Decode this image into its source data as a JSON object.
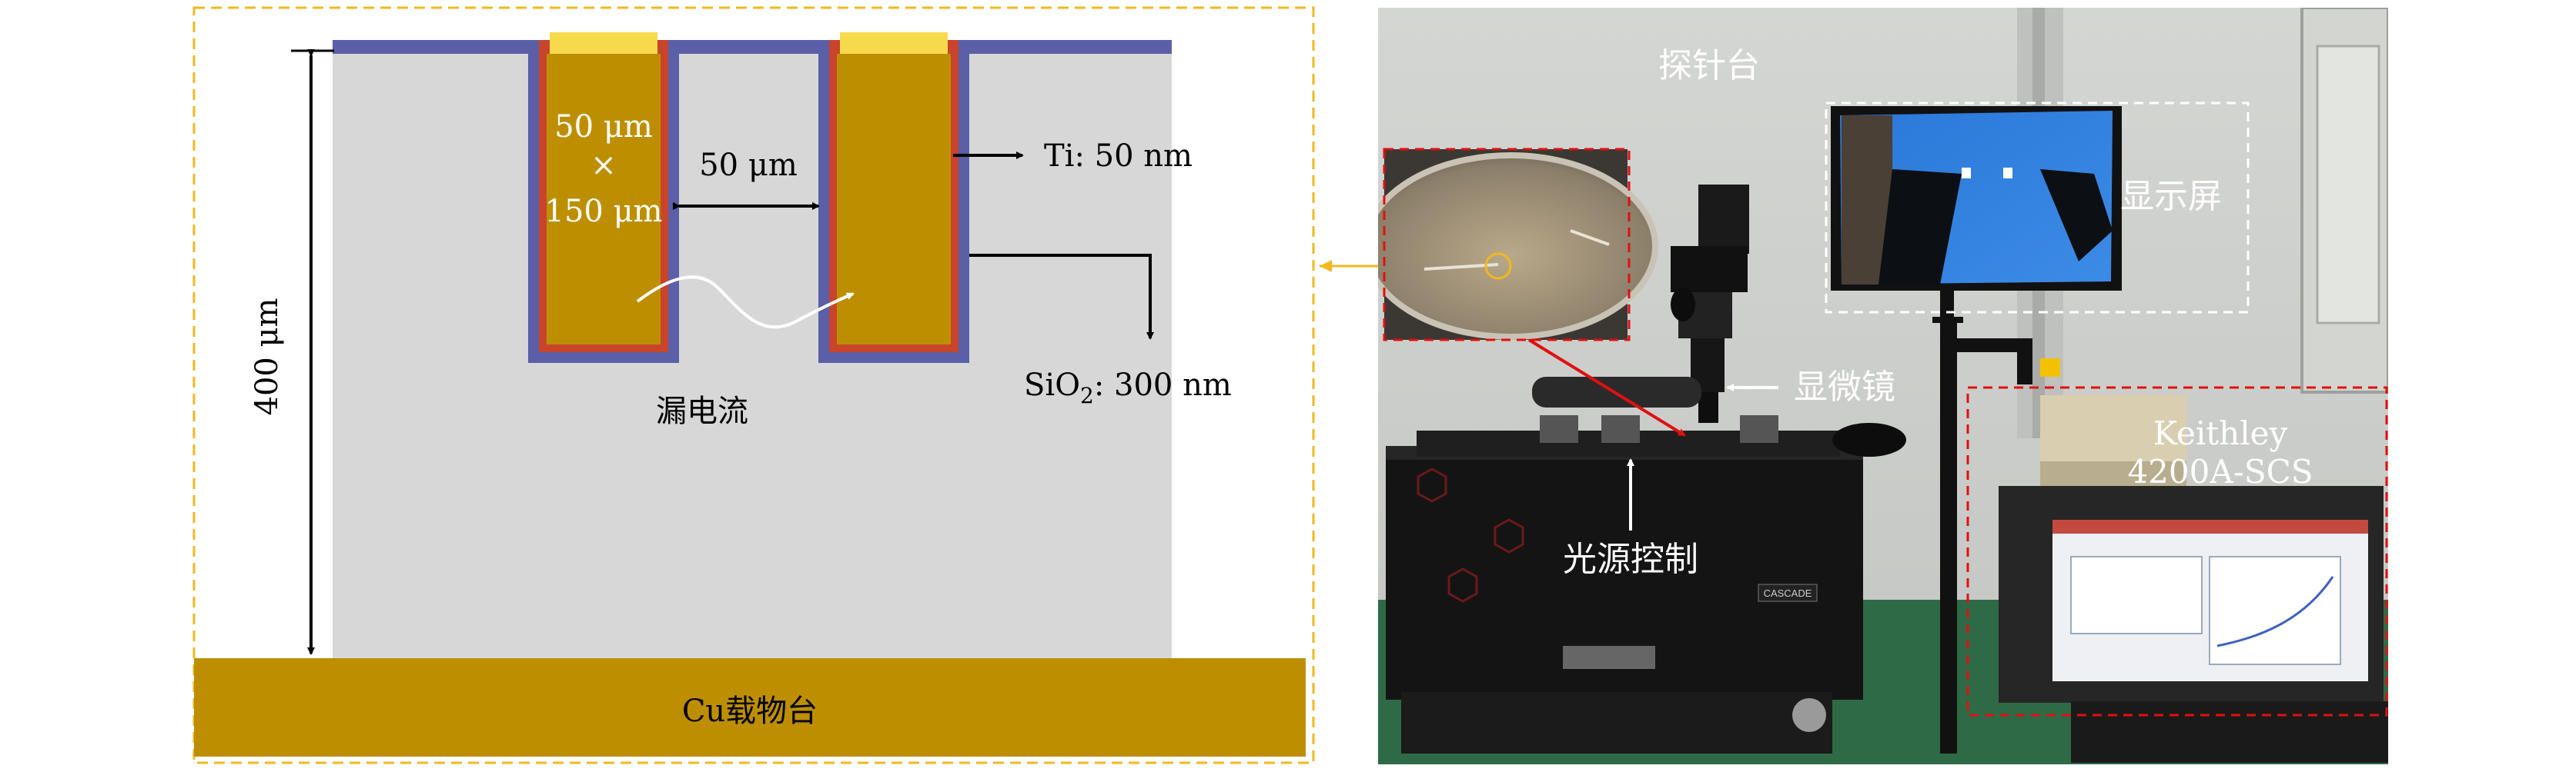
{
  "left_panel": {
    "trench_size": {
      "width": "50 μm",
      "times": "×",
      "depth": "150 μm"
    },
    "gap": "50 μm",
    "ti_label": "Ti: 50 nm",
    "sio2_label": {
      "prefix": "SiO",
      "sub": "2",
      "suffix": ": 300 nm"
    },
    "leakage_label": "漏电流",
    "thickness_label": "400 μm",
    "stage_label": "Cu载物台",
    "colors": {
      "silicon": "#d7d7d7",
      "oxide": "#5a5fa8",
      "titanium": "#c8442a",
      "fill": "#bd8f00",
      "pad": "#f7d94c",
      "dashed_frame": "#f2b820"
    }
  },
  "right_panel": {
    "probe_station": "探针台",
    "display": "显示屏",
    "microscope": "显微镜",
    "light_control": "光源控制",
    "instrument": {
      "line1": "Keithley",
      "line2": "4200A-SCS"
    },
    "brand_plate": "CASCADE"
  }
}
